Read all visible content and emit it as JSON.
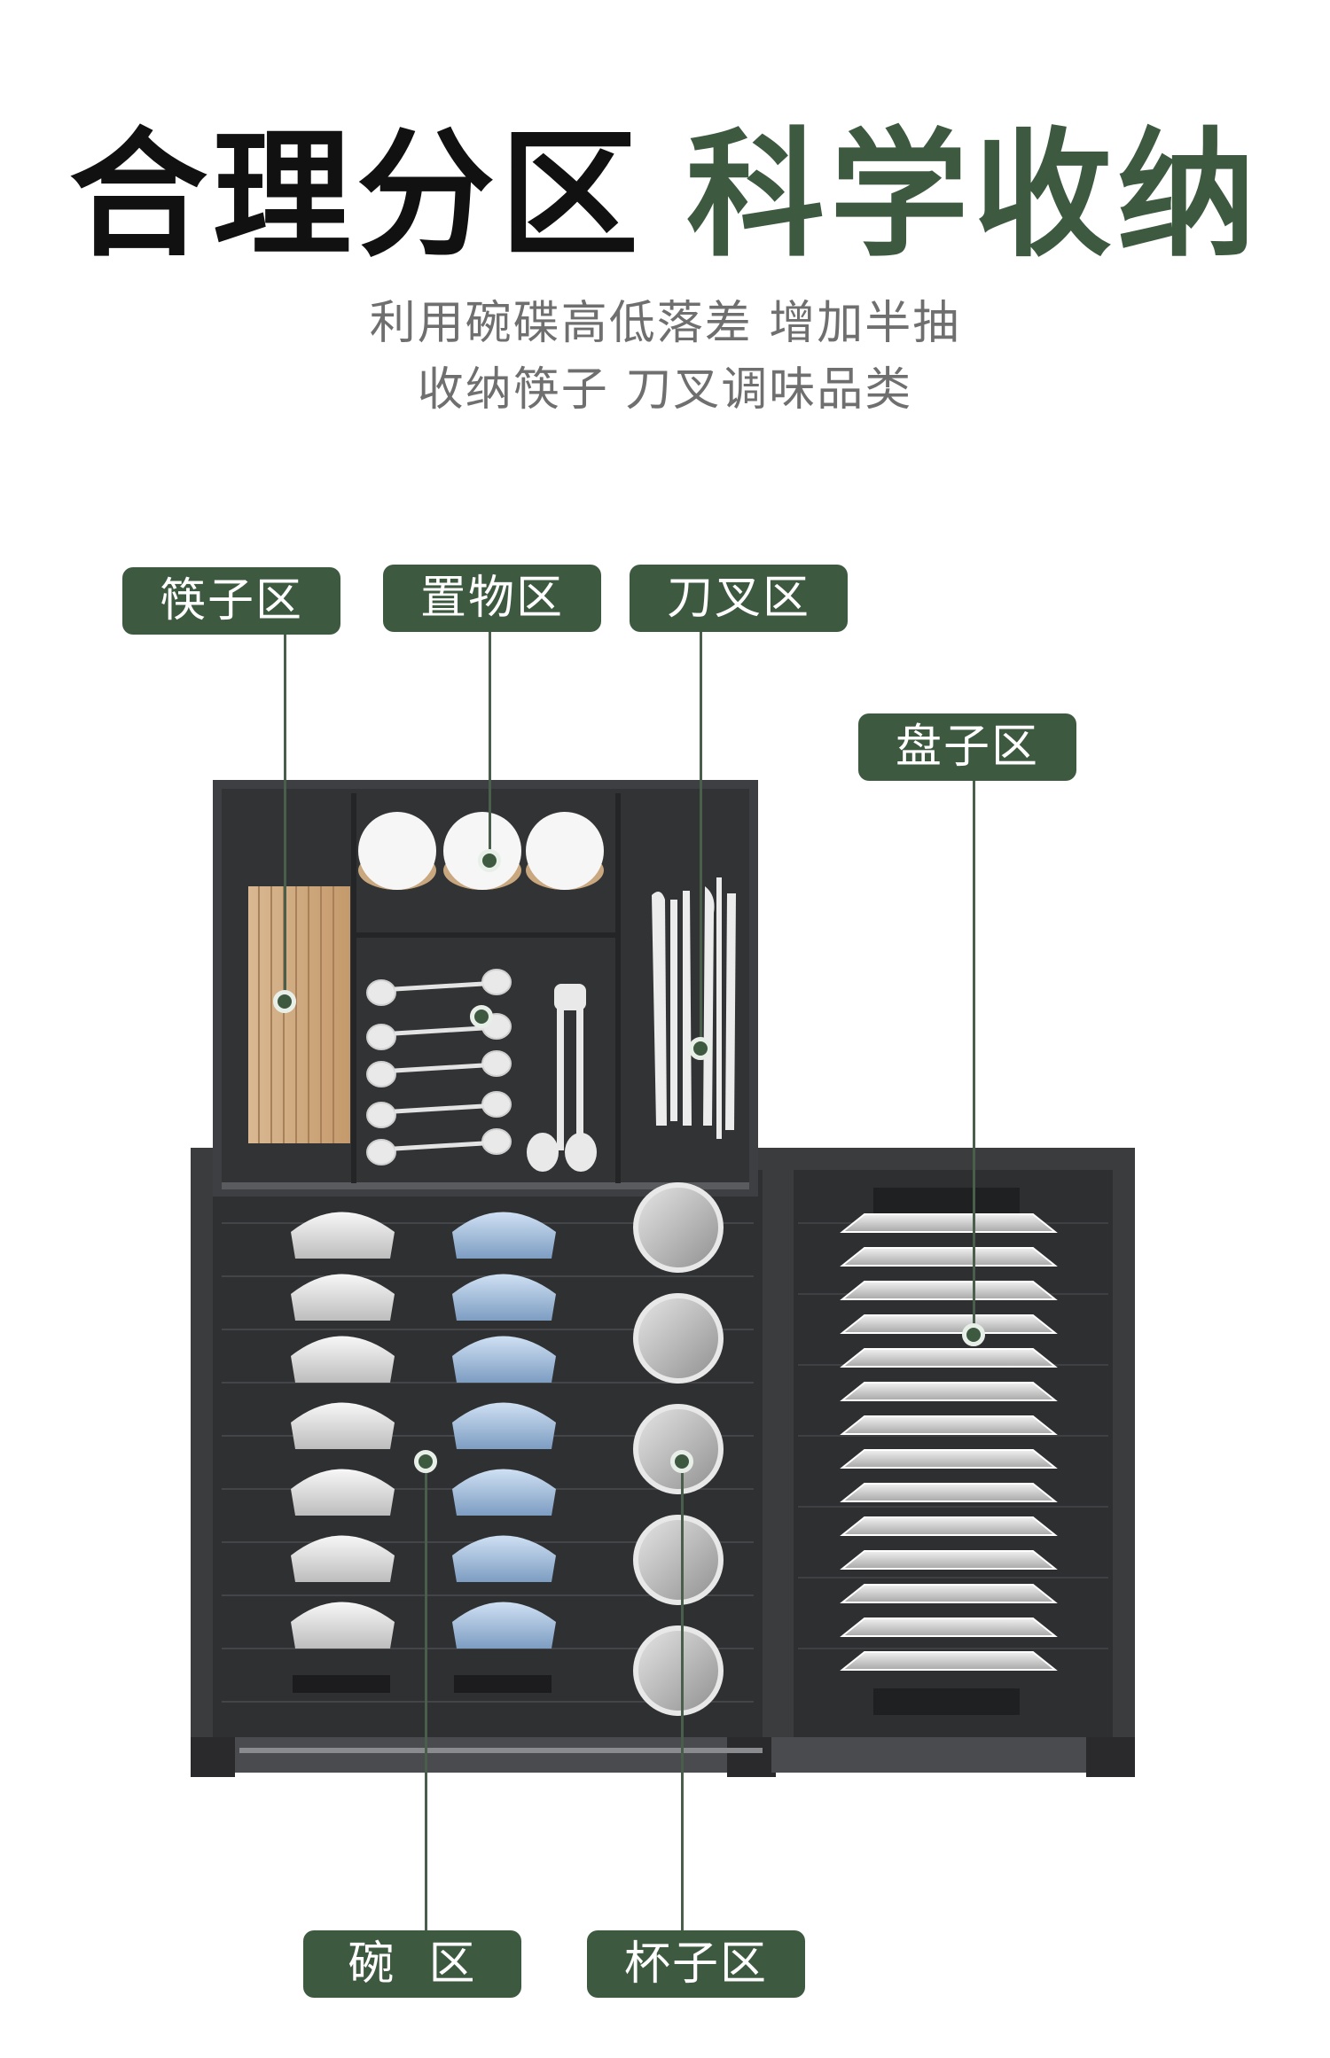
{
  "header": {
    "title_part1": "合理分区",
    "title_part2": "科学收纳",
    "subtitle_line1": "利用碗碟高低落差 增加半抽",
    "subtitle_line2": "收纳筷子 刀叉调味品类"
  },
  "zones": {
    "chopsticks": "筷子区",
    "storage": "置物区",
    "cutlery": "刀叉区",
    "plates": "盘子区",
    "bowls": "碗  区",
    "cups": "杯子区"
  },
  "colors": {
    "accent_green": "#3d5a40",
    "title_black": "#111111",
    "subtitle_gray": "#6f6f6f",
    "cabinet_dark": "#3a3b3d"
  }
}
